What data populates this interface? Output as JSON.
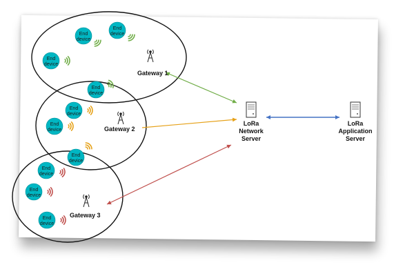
{
  "end_device_label": [
    "End",
    "device"
  ],
  "gateways": [
    {
      "label": "Gateway 1",
      "color": "#70ad47"
    },
    {
      "label": "Gateway 2",
      "color": "#e6a118"
    },
    {
      "label": "Gateway 3",
      "color": "#c0504d"
    }
  ],
  "network_server": {
    "lines": [
      "LoRa",
      "Network",
      "Server"
    ]
  },
  "application_server": {
    "lines": [
      "LoRa",
      "Application",
      "Server"
    ]
  },
  "colors": {
    "device_fill": "#00b7c3",
    "app_link": "#4472c4",
    "cluster_border": "#111111"
  },
  "icons": {
    "gateway": "antenna-tower-icon",
    "server": "server-rack-icon",
    "signal": "wifi-signal-arcs-icon"
  }
}
